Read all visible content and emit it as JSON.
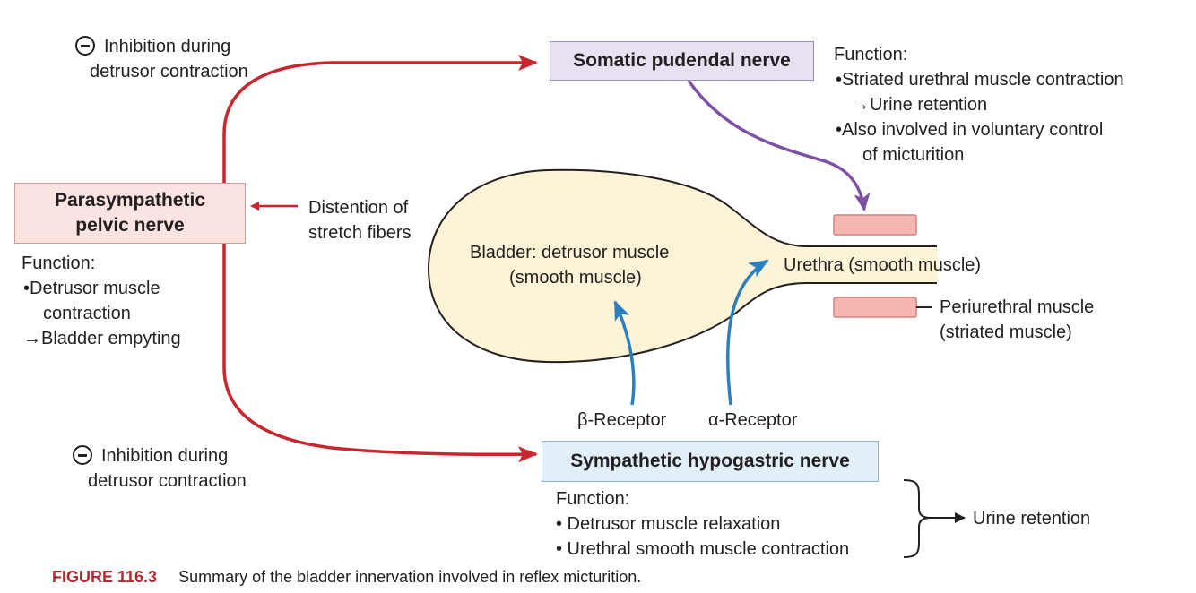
{
  "nerves": {
    "somatic": "Somatic pudendal nerve",
    "parasympathetic_line1": "Parasympathetic",
    "parasympathetic_line2": "pelvic nerve",
    "sympathetic": "Sympathetic hypogastric nerve"
  },
  "inhibition_top": {
    "line1": "Inhibition during",
    "line2": "detrusor contraction"
  },
  "inhibition_bottom": {
    "line1": "Inhibition during",
    "line2": "detrusor contraction"
  },
  "distention": {
    "line1": "Distention of",
    "line2": "stretch fibers"
  },
  "somatic_function": {
    "heading": "Function:",
    "line1": "•Striated urethral muscle contraction",
    "line2": "→Urine retention",
    "line3": "•Also involved in voluntary control",
    "line4": "of micturition"
  },
  "para_function": {
    "heading": "Function:",
    "line1": "•Detrusor muscle",
    "line2": "contraction",
    "line3": "→Bladder empyting"
  },
  "sympathetic_function": {
    "heading": "Function:",
    "line1": "• Detrusor muscle relaxation",
    "line2": "• Urethral smooth muscle contraction",
    "result": "Urine retention"
  },
  "bladder": {
    "line1": "Bladder: detrusor muscle",
    "line2": "(smooth muscle)"
  },
  "urethra": "Urethra (smooth muscle)",
  "periurethral": {
    "line1": "Periurethral muscle",
    "line2": "(striated muscle)"
  },
  "receptors": {
    "beta": "β-Receptor",
    "alpha": "α-Receptor"
  },
  "caption": {
    "number": "FIGURE 116.3",
    "text": "Summary of the bladder innervation involved in reflex micturition."
  },
  "colors": {
    "parasympathetic_red": "#c8262e",
    "somatic_purple": "#7e4fa5",
    "sympathetic_blue": "#2b7fc0",
    "bladder_fill": "#fdf3d6",
    "somatic_box": "#e7e1f1",
    "parasympathetic_box": "#fbe3e2",
    "sympathetic_box": "#e2eff8",
    "muscle_pink": "#f4b7b2",
    "caption_red": "#b02a30"
  }
}
